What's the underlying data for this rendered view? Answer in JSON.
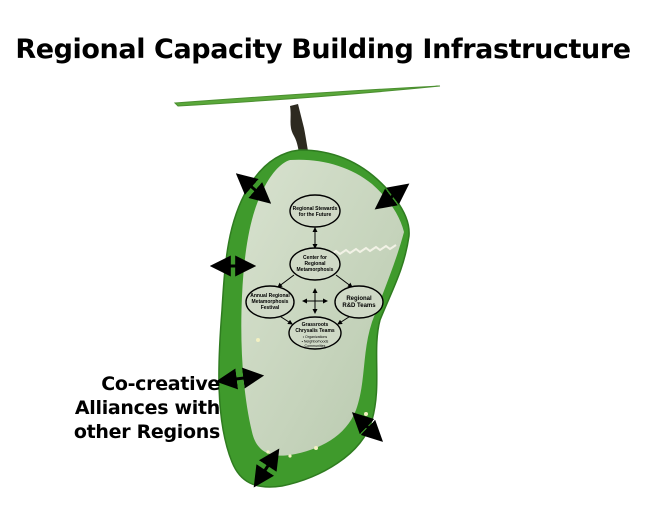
{
  "title": "Regional Capacity Building Infrastructure",
  "side_label": {
    "line1": "Co-creative",
    "line2": "Alliances with",
    "line3": "other Regions"
  },
  "nodes": {
    "stewards": {
      "line1": "Regional Stewards",
      "line2": "for the Future"
    },
    "center": {
      "line1": "Center for",
      "line2": "Regional",
      "line3": "Metamorphosis"
    },
    "festival": {
      "line1": "Annual Regional",
      "line2": "Metamorphosis",
      "line3": "Festival"
    },
    "rd": {
      "line1": "Regional",
      "line2": "R&D Teams"
    },
    "chrysalis": {
      "line1": "Grassroots",
      "line2": "Chrysalis Teams",
      "line3": "• Organizations",
      "line4": "• Neighborhoods",
      "line5": "Communities"
    }
  },
  "colors": {
    "chrysalis_rim": "#3f9a2c",
    "chrysalis_body": "#c9d6bf",
    "leaf": "#5aa83a",
    "stem": "#2d2a20",
    "arrow": "#000000"
  }
}
